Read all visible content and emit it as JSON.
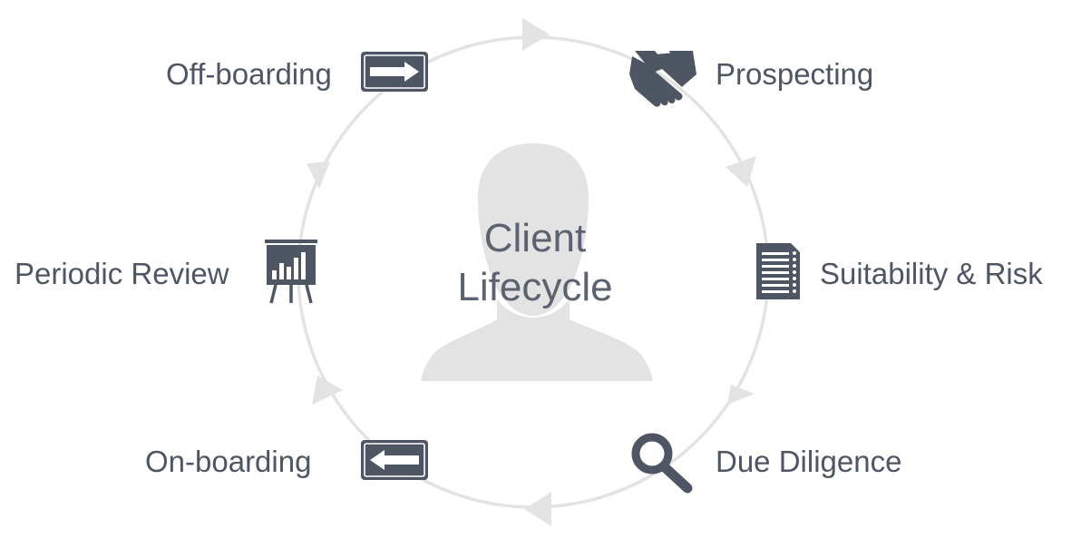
{
  "center": {
    "title_line1": "Client",
    "title_line2": "Lifecycle"
  },
  "colors": {
    "icon": "#4e5663",
    "text": "#4e5663",
    "ring": "#e3e3e3",
    "silhouette": "#e3e3e3"
  },
  "stages": [
    {
      "label": "Prospecting",
      "icon": "handshake-icon"
    },
    {
      "label": "Suitability & Risk",
      "icon": "checklist-document-icon"
    },
    {
      "label": "Due Diligence",
      "icon": "magnifier-icon"
    },
    {
      "label": "On-boarding",
      "icon": "left-arrow-sign-icon"
    },
    {
      "label": "Periodic Review",
      "icon": "presentation-chart-icon"
    },
    {
      "label": "Off-boarding",
      "icon": "right-arrow-sign-icon"
    }
  ]
}
